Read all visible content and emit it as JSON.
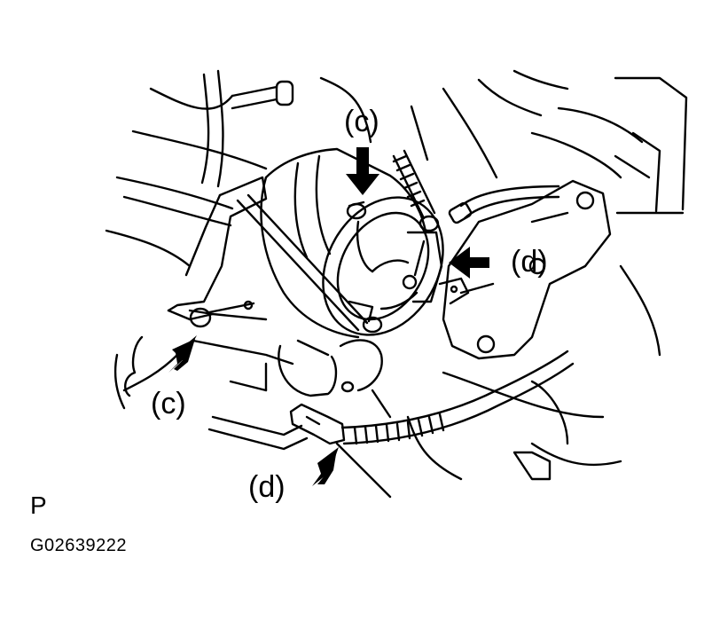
{
  "callouts": {
    "c_top": "(c)",
    "c_left": "(c)",
    "d_right": "(d)",
    "d_bottom": "(d)"
  },
  "footer": {
    "view_letter": "P",
    "figure_id": "G02639222"
  },
  "colors": {
    "line": "#000000",
    "background": "#ffffff"
  }
}
